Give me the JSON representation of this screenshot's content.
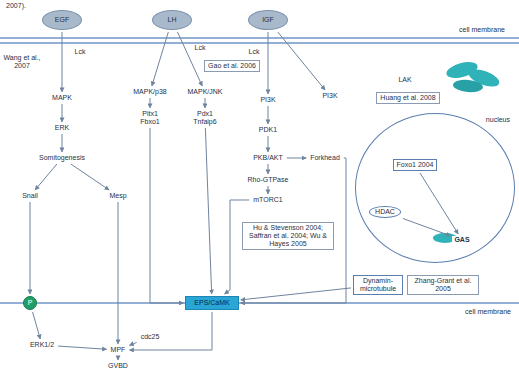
{
  "diagram": {
    "nodes": [
      {
        "text": [
          "EGF"
        ]
      },
      {
        "text": [
          "LH"
        ]
      },
      {
        "text": [
          "IGF"
        ]
      },
      {
        "text": [
          "MAPK"
        ]
      },
      {
        "text": [
          "ERK"
        ]
      },
      {
        "text": [
          "Somitogenesis"
        ]
      },
      {
        "text": [
          "Snail"
        ]
      },
      {
        "text": [
          "Mesp"
        ]
      },
      {
        "text": [
          "Gao et al. 2006"
        ]
      },
      {
        "text": [
          "MAPK/p38"
        ]
      },
      {
        "text": [
          "MAPK/JNK"
        ]
      },
      {
        "text": [
          "Pitx1 Fbxo1"
        ]
      },
      {
        "text": [
          "Pdx1 Tnfaip6"
        ]
      },
      {
        "text": [
          "PI3K"
        ]
      },
      {
        "text": [
          "PI3K"
        ]
      },
      {
        "text": [
          "PDK1"
        ]
      },
      {
        "text": [
          "PKB/AKT"
        ]
      },
      {
        "text": [
          "Forkhead"
        ]
      },
      {
        "text": [
          "Rho-GTPase"
        ]
      },
      {
        "text": [
          "mTORC1"
        ]
      },
      {
        "text": [
          "Hu & Stevenson 2004; Saffran et al. 2004; Wu & Hayes 2005"
        ]
      },
      {
        "text": [
          "LAK"
        ]
      },
      {
        "text": [
          "Huang et al. 2008"
        ]
      },
      {
        "text": [
          "nucleus"
        ]
      },
      {
        "text": [
          "Foxo1 2004"
        ],
        "in": 23
      },
      {
        "text": [
          "HDAC"
        ],
        "in": 23
      },
      {
        "text": [
          "GAS"
        ],
        "in": 23
      },
      {
        "text": [
          "Dynamin-microtubule"
        ]
      },
      {
        "text": [
          "Zhang-Grant et al. 2005"
        ]
      },
      {
        "text": [
          "EPS/CaMK"
        ]
      },
      {
        "text": [
          "P"
        ]
      },
      {
        "text": [
          "ERK1/2"
        ]
      },
      {
        "text": [
          "MPF"
        ]
      },
      {
        "text": [
          "cdc25"
        ]
      },
      {
        "text": [
          "GVBD"
        ]
      }
    ],
    "edges": [
      {
        "from": 0,
        "to": 3,
        "arrow": "to"
      },
      {
        "from": 3,
        "to": 4,
        "arrow": "to"
      },
      {
        "from": 4,
        "to": 5,
        "arrow": "to"
      },
      {
        "from": 5,
        "to": 6,
        "arrow": "to"
      },
      {
        "from": 5,
        "to": 7,
        "arrow": "to"
      },
      {
        "from": 6,
        "to": 30,
        "arrow": "to"
      },
      {
        "from": 7,
        "to": 32,
        "arrow": "to"
      },
      {
        "from": 30,
        "to": 31,
        "arrow": "to"
      },
      {
        "from": 31,
        "to": 32,
        "arrow": "to"
      },
      {
        "from": 33,
        "to": 32,
        "arrow": "to"
      },
      {
        "from": 32,
        "to": 34,
        "arrow": "to"
      },
      {
        "from": 1,
        "to": 9,
        "arrow": "to"
      },
      {
        "from": 1,
        "to": 10,
        "arrow": "to"
      },
      {
        "from": 9,
        "to": 11,
        "arrow": "to"
      },
      {
        "from": 10,
        "to": 12,
        "arrow": "to"
      },
      {
        "from": 11,
        "to": 29,
        "arrow": "to"
      },
      {
        "from": 12,
        "to": 29,
        "arrow": "to"
      },
      {
        "from": 2,
        "to": 13,
        "arrow": "to"
      },
      {
        "from": 2,
        "to": 14,
        "arrow": "to"
      },
      {
        "from": 13,
        "to": 15,
        "arrow": "to"
      },
      {
        "from": 15,
        "to": 16,
        "arrow": "to"
      },
      {
        "from": 16,
        "to": 18,
        "arrow": "to"
      },
      {
        "from": 18,
        "to": 19,
        "arrow": "to"
      },
      {
        "from": 16,
        "to": 17,
        "arrow": "to"
      },
      {
        "from": 17,
        "to": 29,
        "arrow": "to"
      },
      {
        "from": 19,
        "to": 29,
        "arrow": "to"
      },
      {
        "from": 27,
        "to": 29,
        "arrow": "to"
      },
      {
        "from": 29,
        "to": 32,
        "arrow": "to"
      },
      {
        "from": 24,
        "to": 26,
        "arrow": "to"
      },
      {
        "from": 25,
        "to": 26,
        "arrow": "to"
      }
    ],
    "labels": [
      "2007).",
      "Wang et al., 2007",
      "Lck",
      "Lck",
      "Lck",
      "cell membrane",
      "cell membrane"
    ]
  }
}
